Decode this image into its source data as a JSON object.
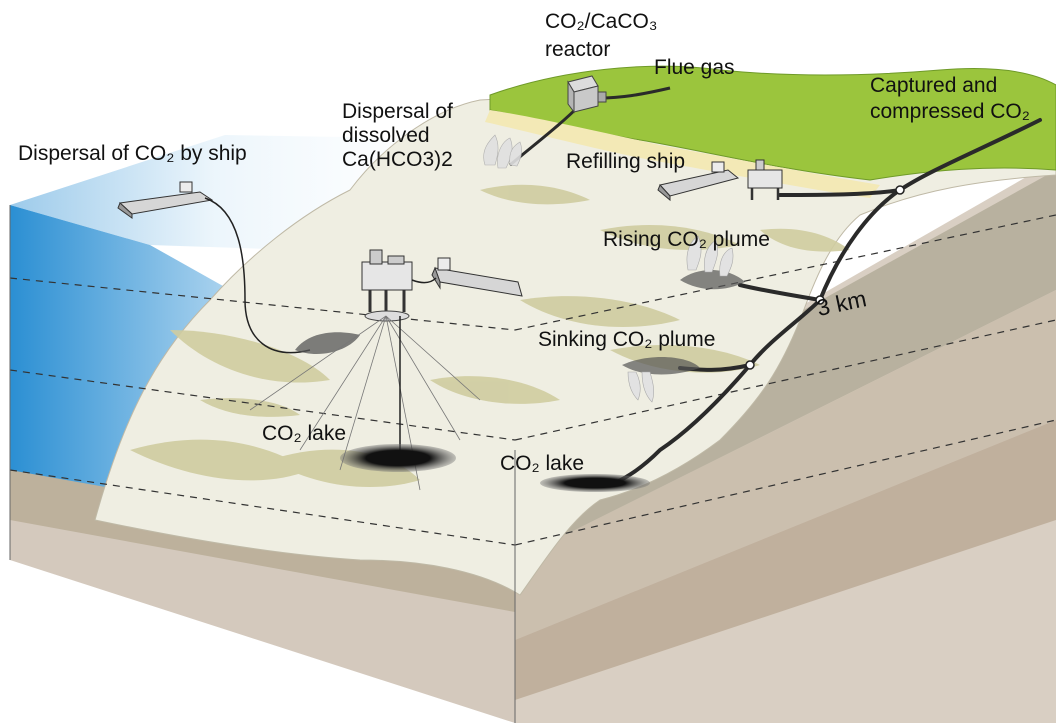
{
  "labels": {
    "reactor_formula": "CO₂/CaCO₃",
    "reactor_word": "reactor",
    "flue_gas": "Flue gas",
    "captured_line1": "Captured and",
    "captured_line2": "compressed CO₂",
    "dispersal_dissolved_1": "Dispersal of",
    "dispersal_dissolved_2": "dissolved",
    "dispersal_dissolved_3": "Ca(HCO3)2",
    "dispersal_ship": "Dispersal of CO₂ by ship",
    "refilling_ship": "Refilling ship",
    "rising_plume": "Rising CO₂ plume",
    "sinking_plume": "Sinking CO₂ plume",
    "depth": "3 km",
    "lake_left": "CO₂ lake",
    "lake_right": "CO₂ lake"
  },
  "colors": {
    "land": "#9bc53d",
    "seafloor": "#efece0",
    "sediment": "#cfcca0",
    "strata_top": "#b9b39c",
    "strata_mid": "#d8d0bf",
    "water": "#2b8fd3",
    "pipe": "#2a2a2a",
    "co2_lake": "#1a1a1a"
  }
}
